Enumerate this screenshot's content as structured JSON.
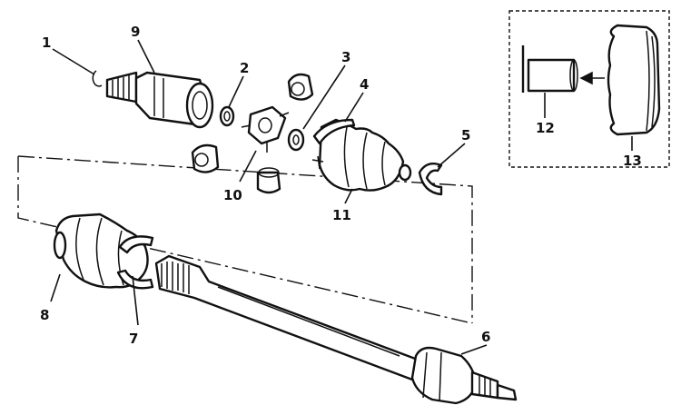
{
  "labels": {
    "l1": "1",
    "l2": "2",
    "l3": "3",
    "l4": "4",
    "l5": "5",
    "l6": "6",
    "l7": "7",
    "l8": "8",
    "l9": "9",
    "l10": "10",
    "l11": "11",
    "l12": "12",
    "l13": "13"
  },
  "colors": {
    "ink": "#111111",
    "paper": "#ffffff"
  }
}
